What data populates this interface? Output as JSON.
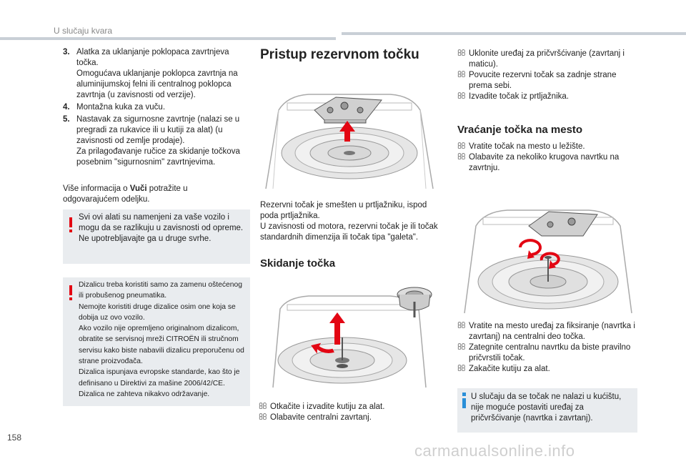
{
  "header": {
    "section_title": "U slučaju kvara"
  },
  "page_number": "158",
  "watermark": "carmanualsonline.info",
  "tools_list": [
    {
      "num": "3.",
      "lines": [
        "Alatka za uklanjanje poklopaca zavrtnjeva točka.",
        "Omogućava uklanjanje poklopca zavrtnja na aluminijumskoj felni ili centralnog poklopca zavrtnja (u zavisnosti od verzije)."
      ]
    },
    {
      "num": "4.",
      "lines": [
        "Montažna kuka za vuču."
      ]
    },
    {
      "num": "5.",
      "lines": [
        "Nastavak za sigurnosne zavrtnje (nalazi se u pregradi za rukavice ili u kutiji za alat) (u zavisnosti od zemlje prodaje).",
        "Za prilagođavanje ručice za skidanje točkova posebnim \"sigurnosnim\" zavrtnjevima."
      ]
    }
  ],
  "more_info": {
    "prefix": "Više informacija o ",
    "bold": "Vuči",
    "suffix": " potražite u odgovarajućem odeljku."
  },
  "warning1": [
    "Svi ovi alati su namenjeni za vaše vozilo i mogu da se razlikuju u zavisnosti od opreme.",
    "Ne upotrebljavajte ga u druge svrhe."
  ],
  "warning2": [
    "Dizalicu treba koristiti samo za zamenu oštećenog ili probušenog pneumatika.",
    "Nemojte koristiti druge dizalice osim one koja se dobija uz ovo vozilo.",
    "Ako vozilo nije opremljeno originalnom dizalicom, obratite se servisnoj mreži CITROËN ili stručnom servisu kako biste nabavili dizalicu preporučenu od strane proizvođača.",
    "Dizalica ispunjava evropske standarde, kao što je definisano u Direktivi za mašine 2006/42/CE.",
    "Dizalica ne zahteva nikakvo održavanje."
  ],
  "main_title": "Pristup rezervnom točku",
  "spare_desc": [
    "Rezervni točak je smešten u prtljažniku, ispod poda prtljažnika.",
    "U zavisnosti od motora, rezervni točak je ili točak standardnih dimenzija ili točak tipa \"galeta\"."
  ],
  "removal": {
    "title": "Skidanje točka",
    "bullet_glyph": "",
    "steps": [
      "Otkačite i izvadite kutiju za alat.",
      "Olabavite centralni zavrtanj."
    ],
    "steps_cont": [
      "Uklonite uređaj za pričvršćivanje (zavrtanj i maticu).",
      "Povucite rezervni točak sa zadnje strane prema sebi.",
      "Izvadite točak iz prtljažnika."
    ]
  },
  "return": {
    "title": "Vraćanje točka na mesto",
    "steps": [
      "Vratite točak na mesto u ležište.",
      "Olabavite za nekoliko krugova navrtku na zavrtnju."
    ],
    "steps2": [
      "Vratite na mesto uređaj za fiksiranje (navrtka i zavrtanj) na centralni deo točka.",
      "Zategnite centralnu navrtku da biste pravilno pričvrstili točak.",
      "Zakačite kutiju za alat."
    ]
  },
  "info_note": "U slučaju da se točak ne nalazi u kućištu, nije moguće postaviti uređaj za pričvršćivanje (navrtka i zavrtanj).",
  "colors": {
    "warning": "#e30613",
    "info": "#2a8fd8",
    "box_bg": "#e9ecef",
    "arrow": "#e30613"
  }
}
